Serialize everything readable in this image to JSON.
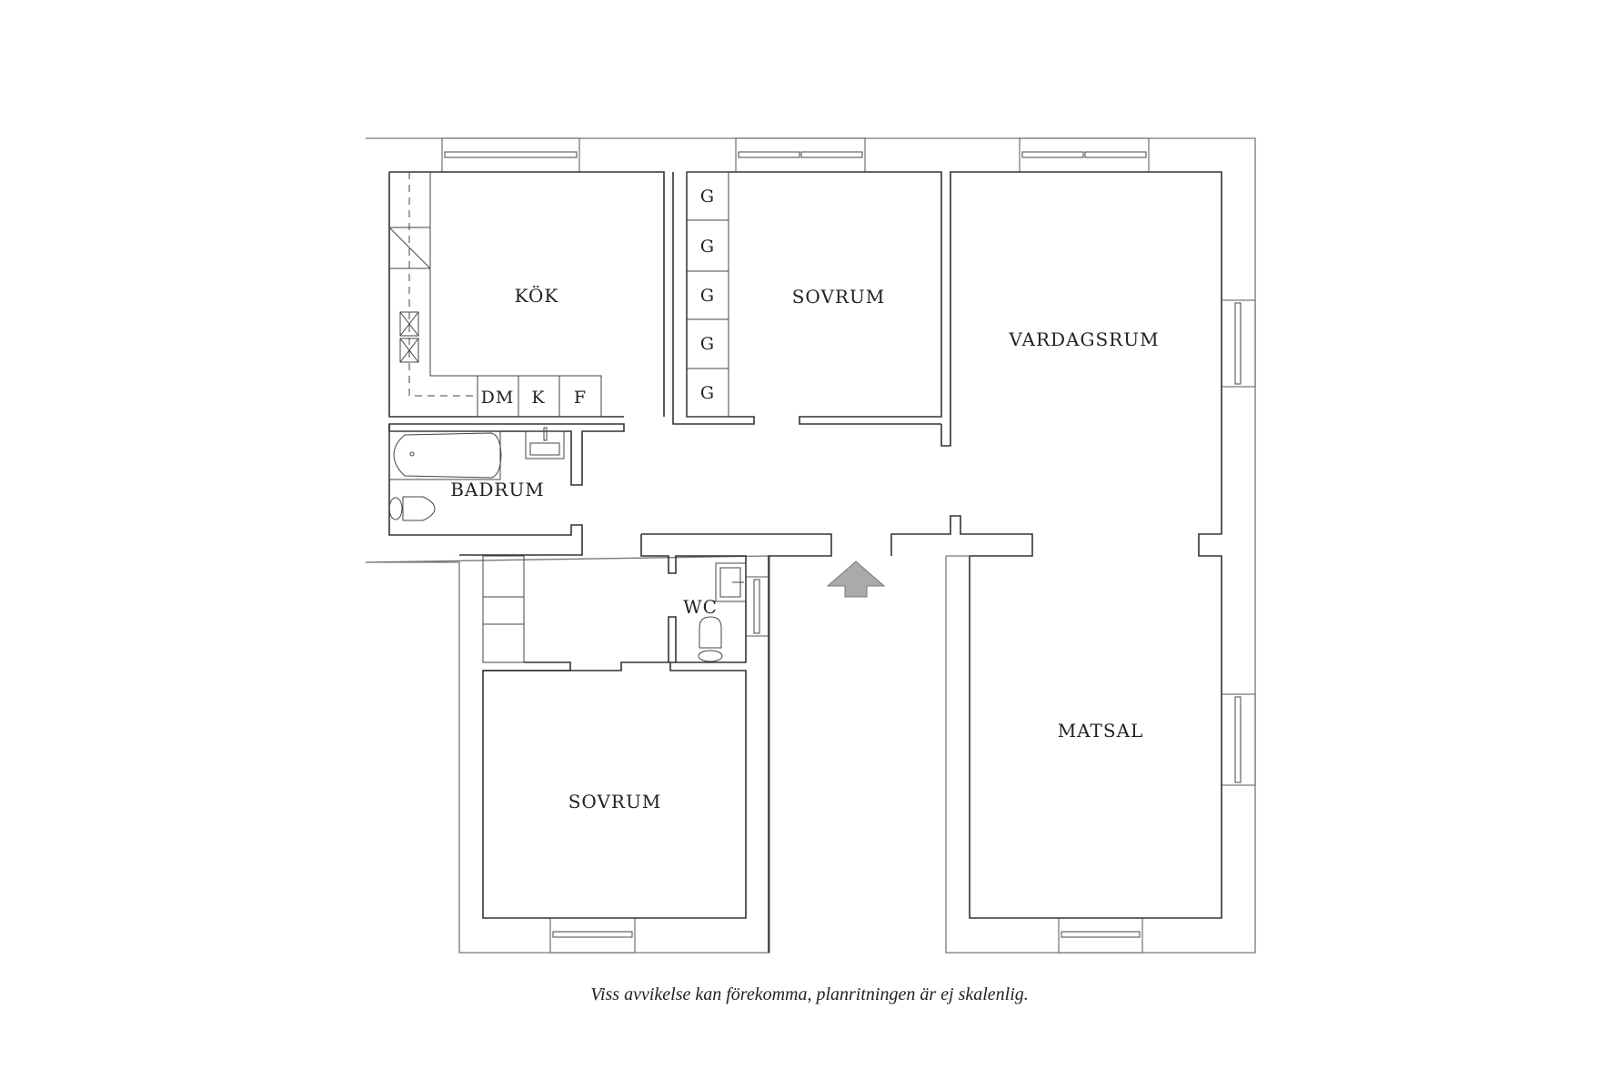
{
  "plan": {
    "rooms": {
      "kok": "KÖK",
      "sovrum_top": "SOVRUM",
      "vardagsrum": "VARDAGSRUM",
      "badrum": "BADRUM",
      "wc": "WC",
      "sovrum_bottom": "SOVRUM",
      "matsal": "MATSAL"
    },
    "appliances": [
      "DM",
      "K",
      "F"
    ],
    "wardrobes": [
      "G",
      "G",
      "G",
      "G",
      "G"
    ],
    "entrance_arrow_color": "#aaaaaa",
    "wall_color": "#333333"
  },
  "caption": "Viss avvikelse kan förekomma, planritningen är ej skalenlig."
}
